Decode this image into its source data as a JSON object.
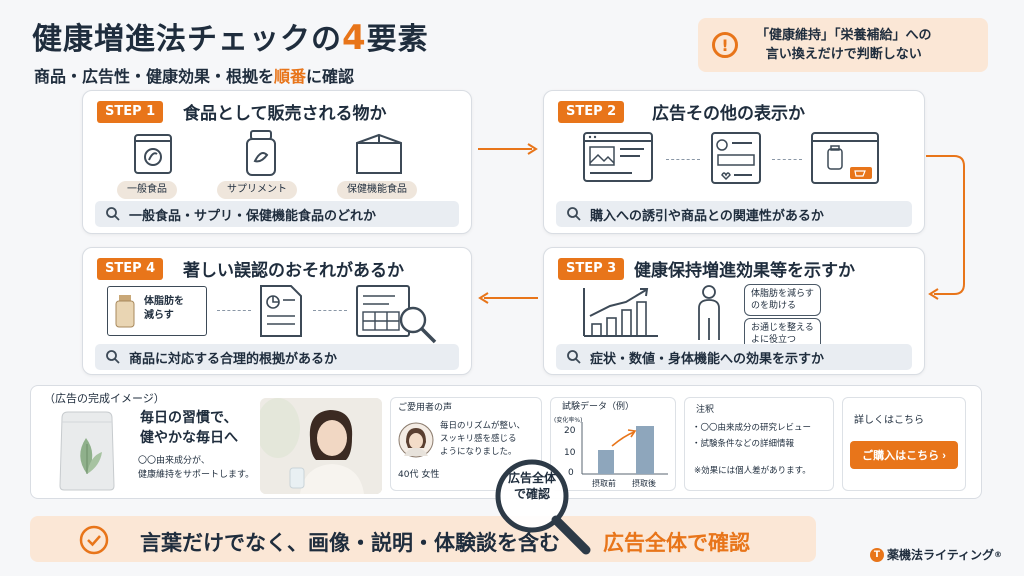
{
  "header": {
    "title_main": "健康増進法チェックの",
    "title_num": "4",
    "title_suffix": "要素",
    "subtitle_pre": "商品・広告性・健康効果・根拠を",
    "subtitle_accent": "順番",
    "subtitle_post": "に確認"
  },
  "warning": {
    "icon": "exclamation-icon",
    "line1": "「健康維持」「栄養補給」への",
    "line2": "言い換えだけで判断しない"
  },
  "steps": [
    {
      "badge": "STEP 1",
      "title": "食品として販売される物か",
      "tags": [
        "一般食品",
        "サプリメント",
        "保健機能食品"
      ],
      "check": "一般食品・サプリ・保健機能食品のどれか"
    },
    {
      "badge": "STEP 2",
      "title": "広告その他の表示か",
      "check": "購入への誘引や商品との関連性があるか"
    },
    {
      "badge": "STEP 3",
      "title": "健康保持増進効果等を示すか",
      "bubbles": [
        "体脂肪を減らす",
        "のを助ける",
        "お通じを整える",
        "よに役立つ"
      ],
      "check": "症状・数値・身体機能への効果を示すか"
    },
    {
      "badge": "STEP 4",
      "title": "著しい誤認のおそれがあるか",
      "doc_label_1": "体脂肪を",
      "doc_label_2": "減らす",
      "check": "商品に対応する合理的根拠があるか"
    }
  ],
  "ad": {
    "label": "（広告の完成イメージ）",
    "headline_1": "毎日の習慣で、",
    "headline_2": "健やかな毎日へ",
    "desc_1": "〇〇由来成分が、",
    "desc_2": "健康維持をサポートします。",
    "voice_title": "ご愛用者の声",
    "voice_1": "毎日のリズムが整い、",
    "voice_2": "スッキリ感を感じる",
    "voice_3": "ようになりました。",
    "voice_person": "40代 女性",
    "trial_title": "試験データ（例）",
    "trial_unit": "(変化率%)",
    "trial_ticks": [
      "20",
      "10",
      "0"
    ],
    "trial_before": "摂取前",
    "trial_after": "摂取後",
    "notes_title": "注釈",
    "note_1": "・〇〇由来成分の研究レビュー",
    "note_2": "・試験条件などの詳細情報",
    "note_3": "※効果には個人差があります。",
    "detail_label": "詳しくはこちら",
    "cta_label": "ご購入はこちら ›"
  },
  "magnifier": {
    "line1": "広告全体",
    "line2": "で確認"
  },
  "banner": {
    "text": "言葉だけでなく、画像・説明・体験談を含む",
    "accent": "広告全体で確認"
  },
  "brand": {
    "name": "薬機法ライティング",
    "mark": "®"
  },
  "colors": {
    "accent": "#e8751a",
    "dark": "#1f2d3d",
    "soft": "#fbe7d6"
  }
}
